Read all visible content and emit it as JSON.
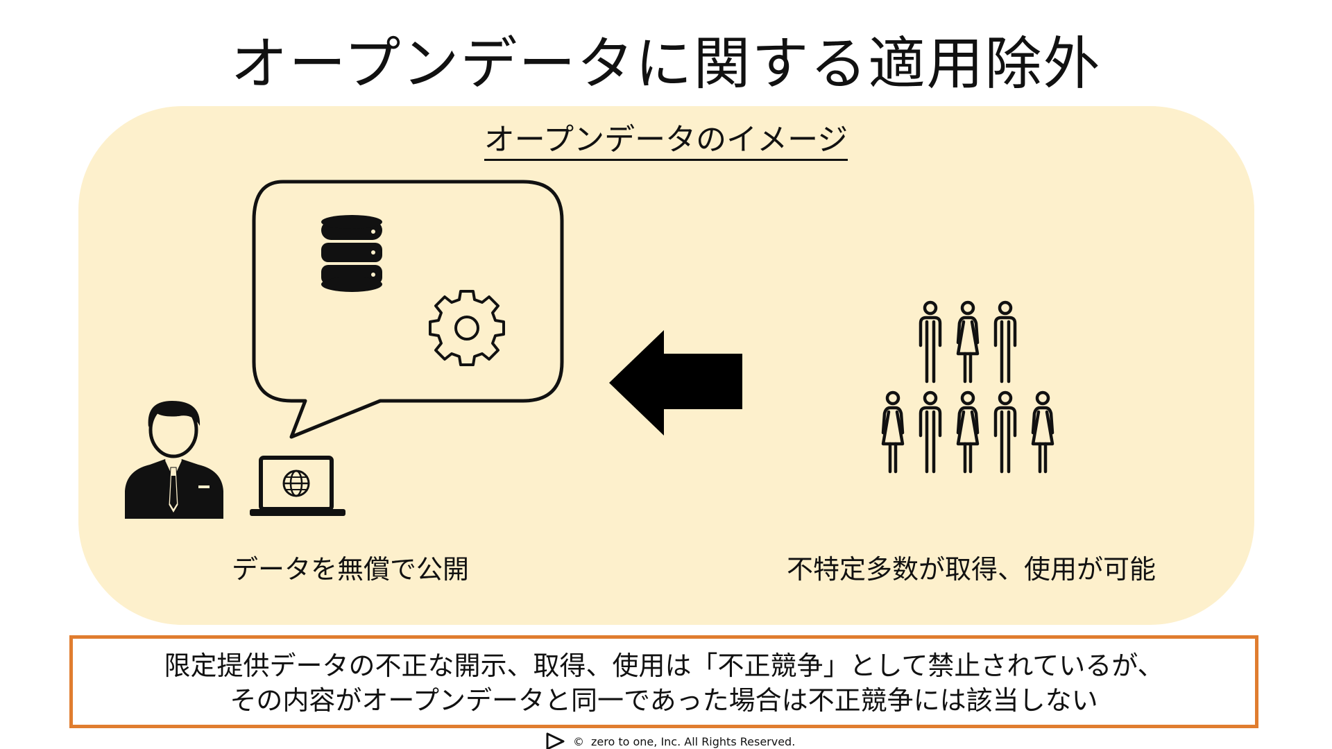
{
  "slide": {
    "title": "オープンデータに関する適用除外",
    "subtitle": "オープンデータのイメージ",
    "left_caption": "データを無償で公開",
    "right_caption": "不特定多数が取得、使用が可能",
    "notice": {
      "line1": "限定提供データの不正な開示、取得、使用は「不正競争」として禁止されているが、",
      "line2": "その内容がオープンデータと同一であった場合は不正競争には該当しない"
    },
    "footer": {
      "copyright_symbol": "©",
      "text": "zero to one, Inc. All Rights Reserved."
    }
  },
  "icons": {
    "publisher": "businessman-icon",
    "device": "laptop-globe-icon",
    "bubble": "speech-bubble-icon",
    "data": "database-icon",
    "process": "gear-icon",
    "direction": "left-arrow-icon",
    "users": "people-group-icon",
    "logo": "play-logo-icon"
  },
  "colors": {
    "panel_background": "#fdf0cc",
    "notice_border": "#e07d2f",
    "text": "#111111"
  }
}
